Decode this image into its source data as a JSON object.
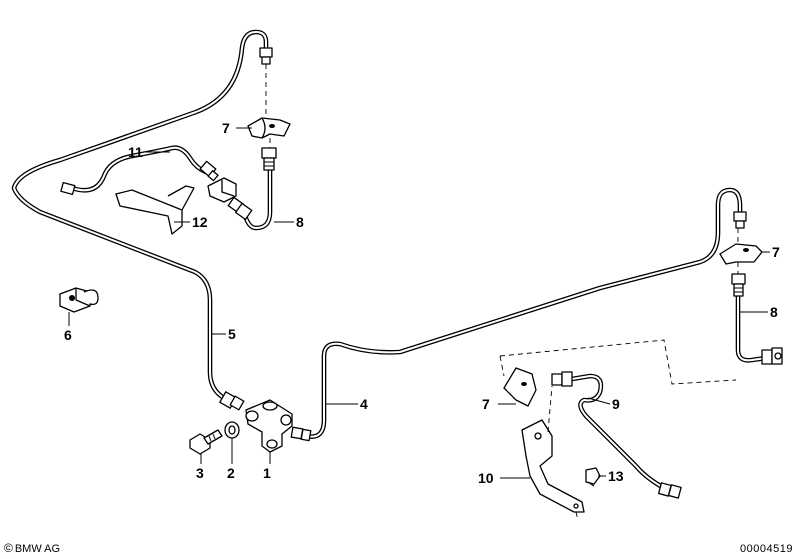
{
  "diagram": {
    "callouts": [
      "1",
      "2",
      "3",
      "4",
      "5",
      "6",
      "7",
      "7",
      "7",
      "8",
      "8",
      "9",
      "10",
      "11",
      "12",
      "13"
    ]
  },
  "footer": {
    "copyright_symbol": "©",
    "copyright": "BMW AG",
    "document_number": "00004519"
  }
}
